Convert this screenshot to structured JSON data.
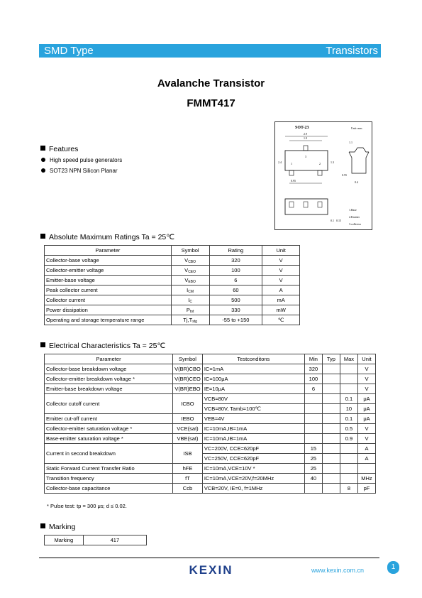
{
  "header": {
    "left": "SMD Type",
    "right": "Transistors"
  },
  "title": "Avalanche Transistor",
  "part": "FMMT417",
  "features": {
    "heading": "Features",
    "items": [
      "High speed pulse generators",
      "SOT23 NPN Silicon Planar"
    ]
  },
  "package": {
    "name": "SOT-23",
    "unit": "Unit: mm",
    "pins": [
      "1.Base",
      "2.Emitter",
      "3.collector"
    ],
    "dims": [
      "2.9",
      "1.9",
      "0.95",
      "2.4",
      "1.3",
      "1.1",
      "0.4",
      "0.55",
      "0.1",
      "0.15"
    ]
  },
  "abs_max": {
    "heading": "Absolute Maximum Ratings Ta = 25℃",
    "headers": [
      "Parameter",
      "Symbol",
      "Rating",
      "Unit"
    ],
    "rows": [
      {
        "param": "Collector-base voltage",
        "sym": "V",
        "sub": "CBO",
        "rating": "320",
        "unit": "V"
      },
      {
        "param": "Collector-emitter voltage",
        "sym": "V",
        "sub": "CEO",
        "rating": "100",
        "unit": "V"
      },
      {
        "param": "Emitter-base voltage",
        "sym": "V",
        "sub": "EBO",
        "rating": "6",
        "unit": "V"
      },
      {
        "param": "Peak collector current",
        "sym": "I",
        "sub": "CM",
        "rating": "60",
        "unit": "A"
      },
      {
        "param": "Collector current",
        "sym": "I",
        "sub": "C",
        "rating": "500",
        "unit": "mA"
      },
      {
        "param": "Power dissipation",
        "sym": "P",
        "sub": "tot",
        "rating": "330",
        "unit": "mW"
      },
      {
        "param": "Operating and storage temperature range",
        "sym": "Tj,T",
        "sub": "stg",
        "rating": "-55 to +150",
        "unit": "℃"
      }
    ]
  },
  "elec": {
    "heading": "Electrical Characteristics Ta = 25℃",
    "headers": [
      "Parameter",
      "Symbol",
      "Testconditons",
      "Min",
      "Typ",
      "Max",
      "Unit"
    ],
    "rows": [
      {
        "param": "Collector-base breakdown voltage",
        "sym": "V(BR)CBO",
        "cond": "IC=1mA",
        "min": "320",
        "typ": "",
        "max": "",
        "unit": "V"
      },
      {
        "param": "Collector-emitter breakdown voltage  *",
        "sym": "V(BR)CEO",
        "cond": "IC=100μA",
        "min": "100",
        "typ": "",
        "max": "",
        "unit": "V"
      },
      {
        "param": "Emitter-base breakdown voltage",
        "sym": "V(BR)EBO",
        "cond": "IE=10μA",
        "min": "6",
        "typ": "",
        "max": "",
        "unit": "V"
      },
      {
        "param": "Collector cutoff current",
        "sym": "ICBO",
        "cond": "VCB=80V",
        "min": "",
        "typ": "",
        "max": "0.1",
        "unit": "μA"
      },
      {
        "param": "",
        "sym": "",
        "cond": "VCB=80V, Tamb=100℃",
        "min": "",
        "typ": "",
        "max": "10",
        "unit": "μA"
      },
      {
        "param": "Emitter cut-off current",
        "sym": "IEBO",
        "cond": "VEB=4V",
        "min": "",
        "typ": "",
        "max": "0.1",
        "unit": "μA"
      },
      {
        "param": "Collector-emitter saturation voltage  *",
        "sym": "VCE(sat)",
        "cond": "IC=10mA,IB=1mA",
        "min": "",
        "typ": "",
        "max": "0.5",
        "unit": "V"
      },
      {
        "param": "Base-emitter saturation voltage  *",
        "sym": "VBE(sat)",
        "cond": "IC=10mA,IB=1mA",
        "min": "",
        "typ": "",
        "max": "0.9",
        "unit": "V"
      },
      {
        "param": "Current in second breakdown",
        "sym": "ISB",
        "cond": "VC=200V, CCE=620pF",
        "min": "15",
        "typ": "",
        "max": "",
        "unit": "A"
      },
      {
        "param": "",
        "sym": "",
        "cond": "VC=250V, CCE=620pF",
        "min": "25",
        "typ": "",
        "max": "",
        "unit": "A"
      },
      {
        "param": "Static Forward Current Transfer Ratio",
        "sym": "hFE",
        "cond": "IC=10mA,VCE=10V *",
        "min": "25",
        "typ": "",
        "max": "",
        "unit": ""
      },
      {
        "param": "Transition frequency",
        "sym": "fT",
        "cond": "IC=10mA,VCE=20V,f=20MHz",
        "min": "40",
        "typ": "",
        "max": "",
        "unit": "MHz"
      },
      {
        "param": "Collector-base capacitance",
        "sym": "Ccb",
        "cond": "VCB=20V, IE=0, f=1MHz",
        "min": "",
        "typ": "",
        "max": "8",
        "unit": "pF"
      }
    ],
    "note": "* Pulse test: tp = 300 μs; d ≤ 0.02."
  },
  "marking": {
    "heading": "Marking",
    "label": "Marking",
    "value": "417"
  },
  "footer": {
    "logo": "KEXIN",
    "url": "www.kexin.com.cn",
    "page": "1"
  }
}
